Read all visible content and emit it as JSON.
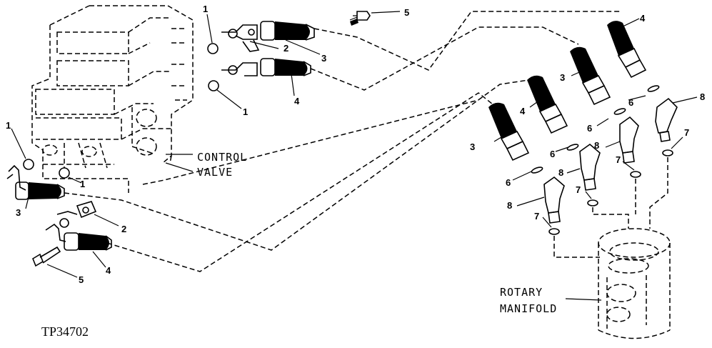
{
  "figure_id": "TP34702",
  "labels": {
    "control_valve_line1": "CONTROL",
    "control_valve_line2": "VALVE",
    "rotary_manifold_line1": "ROTARY",
    "rotary_manifold_line2": "MANIFOLD"
  },
  "callouts": {
    "c1a": "1",
    "c1b": "1",
    "c1c": "1",
    "c1d": "1",
    "c2a": "2",
    "c2b": "2",
    "c3a": "3",
    "c3b": "3",
    "c3c": "3",
    "c3d": "3",
    "c4a": "4",
    "c4b": "4",
    "c4c": "4",
    "c4d": "4",
    "c5a": "5",
    "c5b": "5",
    "c6a": "6",
    "c6b": "6",
    "c6c": "6",
    "c6d": "6",
    "c7a": "7",
    "c7b": "7",
    "c7c": "7",
    "c7d": "7",
    "c8a": "8",
    "c8b": "8",
    "c8c": "8",
    "c8d": "8"
  }
}
